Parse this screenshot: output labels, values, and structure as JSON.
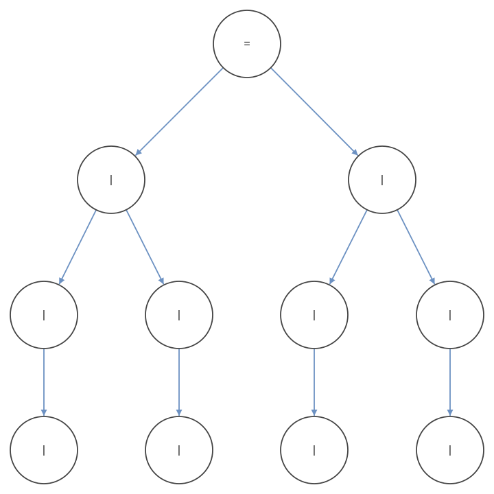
{
  "colors": {
    "edge": "#6C91C2",
    "node_stroke": "#444444",
    "node_fill": "#FFFFFF",
    "label": "#222222"
  },
  "nodes": [
    {
      "id": "root",
      "label": "="
    },
    {
      "id": "l1a",
      "label": "|"
    },
    {
      "id": "l1b",
      "label": "|"
    },
    {
      "id": "l2a",
      "label": "|"
    },
    {
      "id": "l2b",
      "label": "|"
    },
    {
      "id": "l2c",
      "label": "|"
    },
    {
      "id": "l2d",
      "label": "|"
    },
    {
      "id": "l3a",
      "label": "|"
    },
    {
      "id": "l3b",
      "label": "|"
    },
    {
      "id": "l3c",
      "label": "|"
    },
    {
      "id": "l3d",
      "label": "|"
    }
  ],
  "edges": [
    {
      "from": "root",
      "to": "l1a"
    },
    {
      "from": "root",
      "to": "l1b"
    },
    {
      "from": "l1a",
      "to": "l2a"
    },
    {
      "from": "l1a",
      "to": "l2b"
    },
    {
      "from": "l1b",
      "to": "l2c"
    },
    {
      "from": "l1b",
      "to": "l2d"
    },
    {
      "from": "l2a",
      "to": "l3a"
    },
    {
      "from": "l2b",
      "to": "l3b"
    },
    {
      "from": "l2c",
      "to": "l3c"
    },
    {
      "from": "l2d",
      "to": "l3d"
    }
  ]
}
